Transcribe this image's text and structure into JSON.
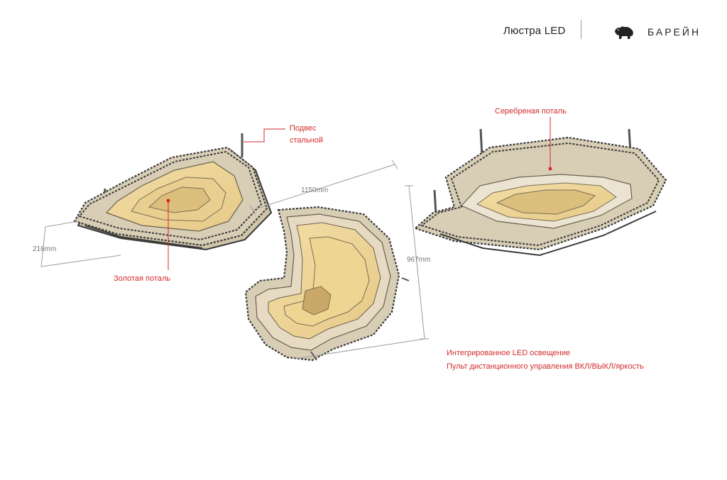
{
  "header": {
    "title": "Люстра LED",
    "brand": "БАРЕЙН"
  },
  "annotations": {
    "suspension_line1": "Подвес",
    "suspension_line2": "стальной",
    "gold_leaf": "Золотая поталь",
    "silver_leaf": "Серебреная поталь",
    "led_lighting": "Интегрированное LED освещение",
    "remote": "Пульт дистанционного управления ВКЛ/ВЫКЛ/яркость"
  },
  "dimensions": {
    "height": "216mm",
    "length": "1150mm",
    "width": "967mm"
  },
  "colors": {
    "accent": "#d22b2b",
    "wood": "#d8cdb5",
    "glow": "#f0d79a",
    "edge": "#3a3a3a"
  }
}
